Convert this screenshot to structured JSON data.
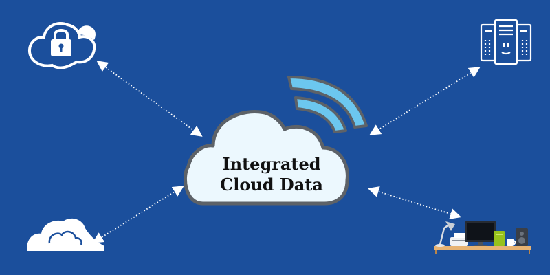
{
  "diagram": {
    "center": {
      "line1": "Integrated",
      "line2": "Cloud Data"
    },
    "colors": {
      "background": "#1b4f9c",
      "cloud_fill": "#ecf8fe",
      "cloud_stroke": "#5d6268",
      "signal": "#6cc7ef",
      "connector": "#ffffff"
    },
    "nodes": [
      {
        "name": "secure-cloud",
        "icon": "cloud-lock-icon"
      },
      {
        "name": "servers",
        "icon": "server-rack-icon"
      },
      {
        "name": "cloud",
        "icon": "cloud-icon"
      },
      {
        "name": "workstation",
        "icon": "desk-computer-icon"
      }
    ]
  }
}
